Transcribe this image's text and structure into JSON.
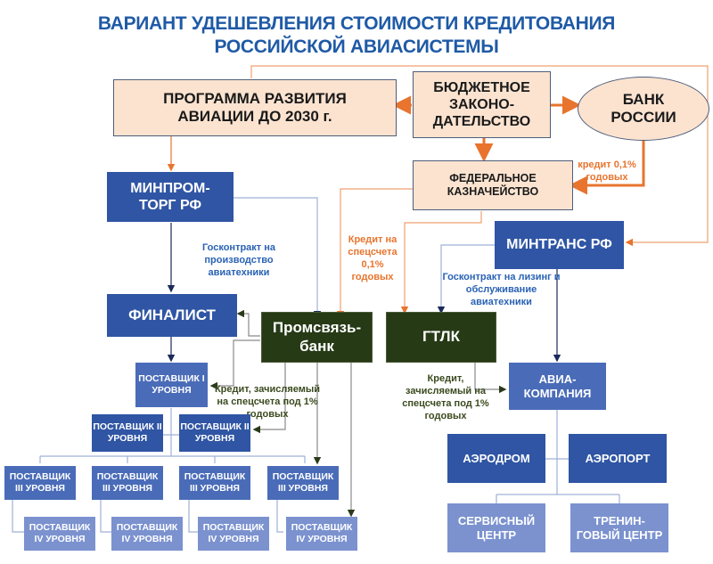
{
  "title": {
    "line1": "ВАРИАНТ УДЕШЕВЛЕНИЯ СТОИМОСТИ КРЕДИТОВАНИЯ",
    "line2": "РОССИЙСКОЙ АВИАСИСТЕМЫ"
  },
  "nodes": {
    "program": "ПРОГРАММА РАЗВИТИЯ АВИАЦИИ ДО 2030 г.",
    "budget": "БЮДЖЕТНОЕ ЗАКОНО-ДАТЕЛЬСТВО",
    "bank_russia": "БАНК РОССИИ",
    "treasury": "ФЕДЕРАЛЬНОЕ КАЗНАЧЕЙСТВО",
    "minpromtorg": "МИНПРОМ-ТОРГ РФ",
    "mintrans": "МИНТРАНС РФ",
    "finalist": "ФИНАЛИСТ",
    "psb": "Промсвязь-банк",
    "gtlk": "ГТЛК",
    "airline": "АВИА-КОМПАНИЯ",
    "supplier1": "ПОСТАВЩИК I УРОВНЯ",
    "supplier2a": "ПОСТАВЩИК II УРОВНЯ",
    "supplier2b": "ПОСТАВЩИК II УРОВНЯ",
    "supplier3": [
      "ПОСТАВЩИК III УРОВНЯ",
      "ПОСТАВЩИК III УРОВНЯ",
      "ПОСТАВЩИК III УРОВНЯ",
      "ПОСТАВЩИК III УРОВНЯ"
    ],
    "supplier4": [
      "ПОСТАВЩИК IV УРОВНЯ",
      "ПОСТАВЩИК IV УРОВНЯ",
      "ПОСТАВЩИК IV УРОВНЯ",
      "ПОСТАВЩИК IV УРОВНЯ"
    ],
    "aerodrome": "АЭРОДРОМ",
    "airport": "АЭРОПОРТ",
    "service_center": "СЕРВИСНЫЙ ЦЕНТР",
    "training_center": "ТРЕНИН-ГОВЫЙ ЦЕНТР"
  },
  "labels": {
    "credit_cb": "кредит 0,1% годовых",
    "credit_special": "Кредит на спецсчета 0,1% годовых",
    "gov_contract_production": "Госконтракт на производство авиатехники",
    "gov_contract_leasing": "Госконтракт на лизинг и обслуживание авиатехники",
    "credit_psb": "Кредит, зачисляемый на спецсчета под 1% годовых",
    "credit_gtlk": "Кредит, зачисляемый на спецсчета под 1% годовых"
  },
  "colors": {
    "title": "#1f5aa6",
    "orange_flow": "#e8742e",
    "blue_flow": "#2a62b4",
    "green_flow": "#3a4a1e",
    "peach_box": "#fbe3d0",
    "dark_blue_box": "#2f55a4",
    "green_box": "#263a16"
  }
}
